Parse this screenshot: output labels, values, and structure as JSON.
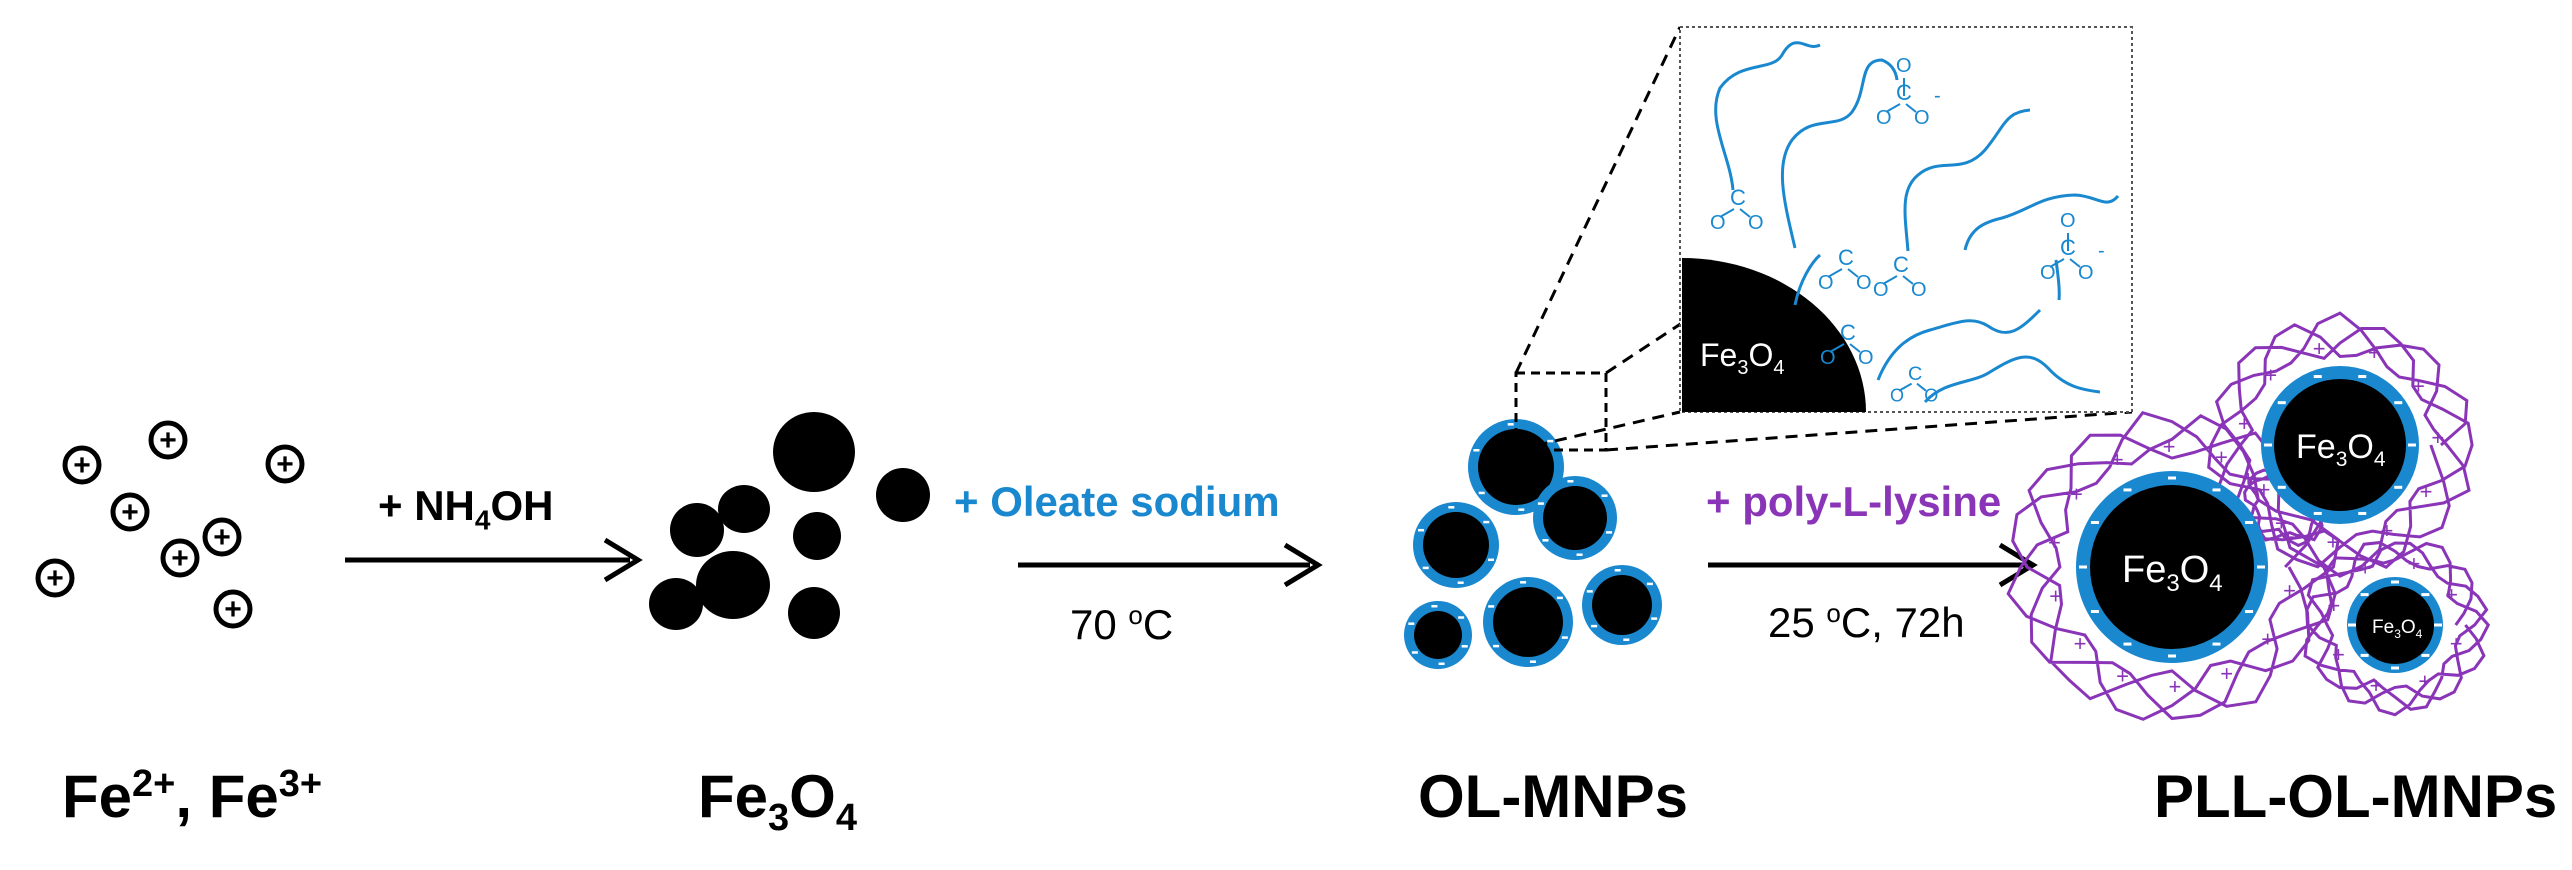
{
  "stages": {
    "ions": {
      "a": "Fe",
      "a_sup": "2+",
      "sep": ", ",
      "b": "Fe",
      "b_sup": "3+"
    },
    "magnetite": {
      "a": "Fe",
      "s1": "3",
      "b": "O",
      "s2": "4"
    },
    "ol_mnps": "OL-MNPs",
    "pll_ol_mnps": "PLL-OL-MNPs"
  },
  "steps": {
    "step1": {
      "prefix": "+ NH",
      "sub": "4",
      "suffix": "OH"
    },
    "step2": {
      "reagent": "+ Oleate sodium",
      "temp": "70 ",
      "deg": "o",
      "unit": "C"
    },
    "step3": {
      "reagent": "+ poly-L-lysine",
      "temp": "25 ",
      "deg": "o",
      "unit": "C, 72h"
    }
  },
  "particle_label": {
    "a": "Fe",
    "s1": "3",
    "b": "O",
    "s2": "4"
  },
  "inset_label": {
    "a": "Fe",
    "s1": "3",
    "b": "O",
    "s2": "4"
  },
  "signs": {
    "plus": "+",
    "minus": "-"
  },
  "colors": {
    "oleate": "#1a88cf",
    "pll": "#8a35b8",
    "core": "#000000",
    "arrow": "#000000"
  }
}
